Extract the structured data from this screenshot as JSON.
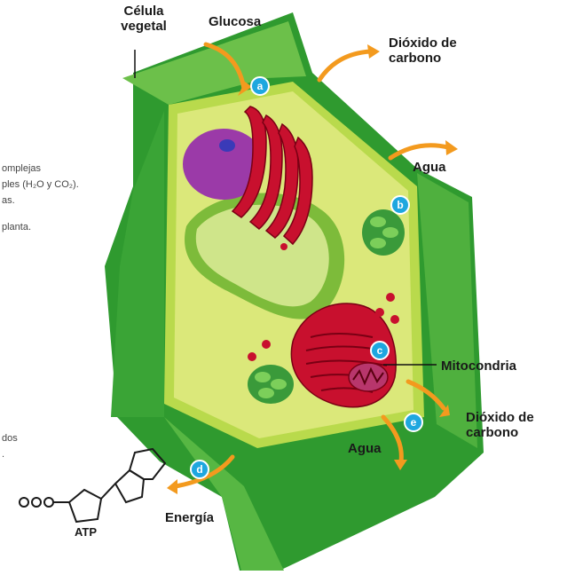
{
  "labels": {
    "celula_vegetal": "Célula vegetal",
    "glucosa": "Glucosa",
    "dioxido_top": "Dióxido de carbono",
    "agua_right": "Agua",
    "mitocondria": "Mitocondria",
    "dioxido_bottom": "Dióxido de carbono",
    "agua_bottom": "Agua",
    "energia": "Energía",
    "atp": "ATP"
  },
  "badges": {
    "a": "a",
    "b": "b",
    "c": "c",
    "d": "d",
    "e": "e"
  },
  "side_text": {
    "line1": "omplejas",
    "line2": "ples (H₂O y CO₂).",
    "line3": "as.",
    "line4": "planta.",
    "line5": "dos",
    "line6": "."
  },
  "atp_molecule": {
    "phosphates": "OOO"
  },
  "colors": {
    "wall_dark": "#2f9a2f",
    "wall_light": "#6cc04a",
    "cytoplasm": "#dbe87a",
    "vacuole": "#a9d35a",
    "mitochondria": "#c8102e",
    "nucleus": "#9b3aa8",
    "arrow": "#f39a1e",
    "badge": "#1ea7df"
  }
}
